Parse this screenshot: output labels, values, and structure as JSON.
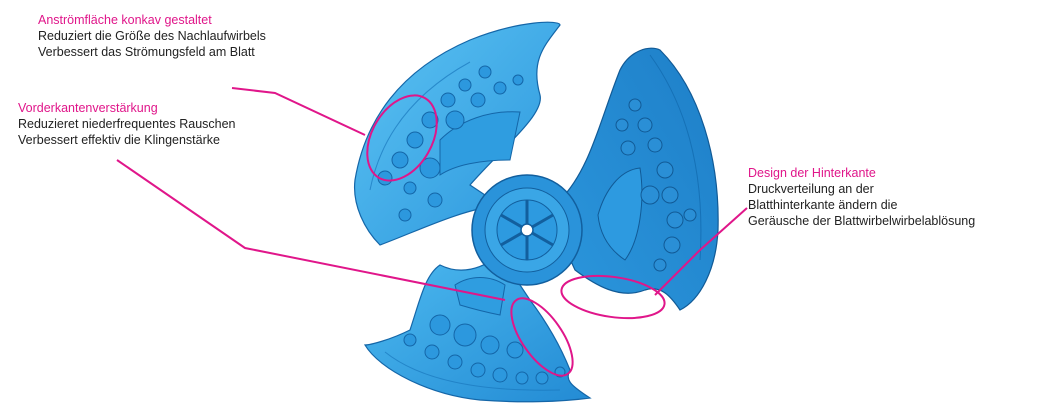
{
  "callouts": [
    {
      "title": "Anströmfläche konkav gestaltet",
      "lines": [
        "Reduziert die Größe des Nachlaufwirbels",
        "Verbessert das Strömungsfeld am Blatt"
      ]
    },
    {
      "title": "Vorderkantenverstärkung",
      "lines": [
        "Reduzieret niederfrequentes Rauschen",
        "Verbessert effektiv die Klingenstärke"
      ]
    },
    {
      "title": "Design der Hinterkante",
      "lines": [
        "Druckverteilung an der",
        "Blatthinterkante ändern die",
        "Geräusche der Blattwirbelwirbelablösung"
      ]
    }
  ],
  "colors": {
    "accent": "#e0168a",
    "blade_light": "#3fb0ec",
    "blade_dark": "#1f86d0",
    "blade_edge": "#1466a8"
  }
}
